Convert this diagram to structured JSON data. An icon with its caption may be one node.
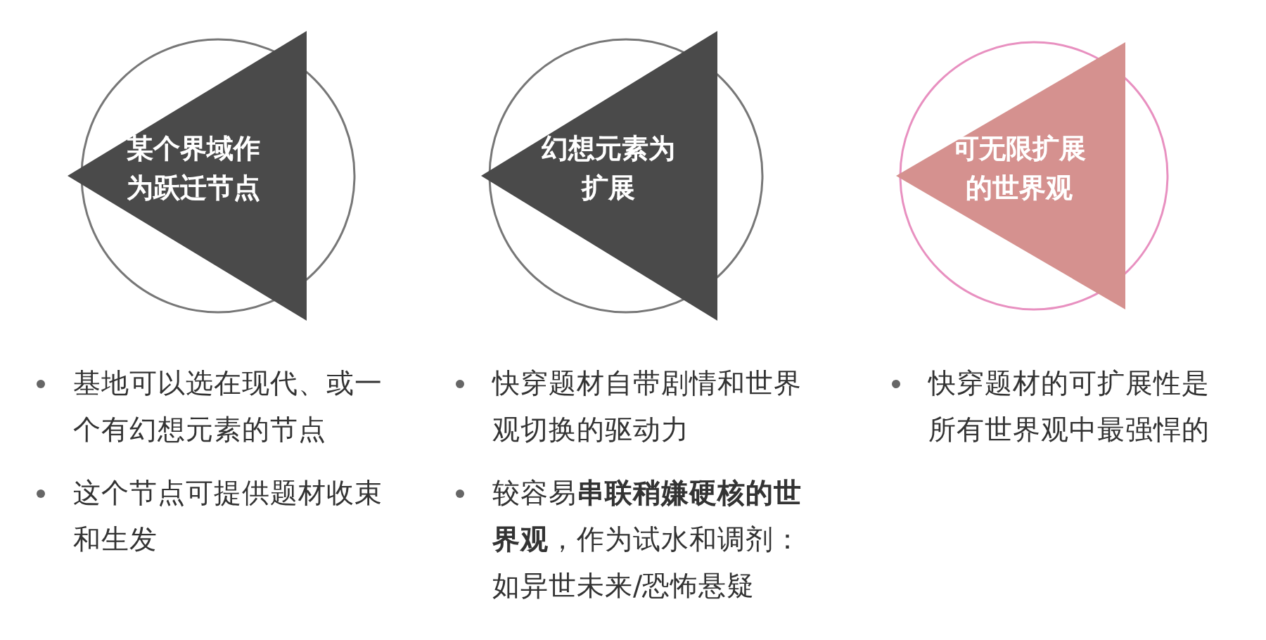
{
  "diagram": {
    "nodes": [
      {
        "text": [
          "某个界域作为跃迁节点"
        ],
        "beside": [
          "基地可以选在现代、或一个有幻想元素的节点",
          "这个节点可提供题材收束和生发"
        ]
      },
      {
        "text": [
          "幻想元素为扩展"
        ],
        "beside": [
          "快穿题材自带剧情和世界观切换的驱动力",
          "较容易**串联稍嫌硬核的世界观**，作为试水和调剂：如异世未来/恐怖悬疑"
        ]
      },
      {
        "text": [
          "可无限扩展的世界观"
        ],
        "beside": [
          "快穿题材的可扩展性是所有世界观中最强悍的"
        ]
      }
    ]
  }
}
